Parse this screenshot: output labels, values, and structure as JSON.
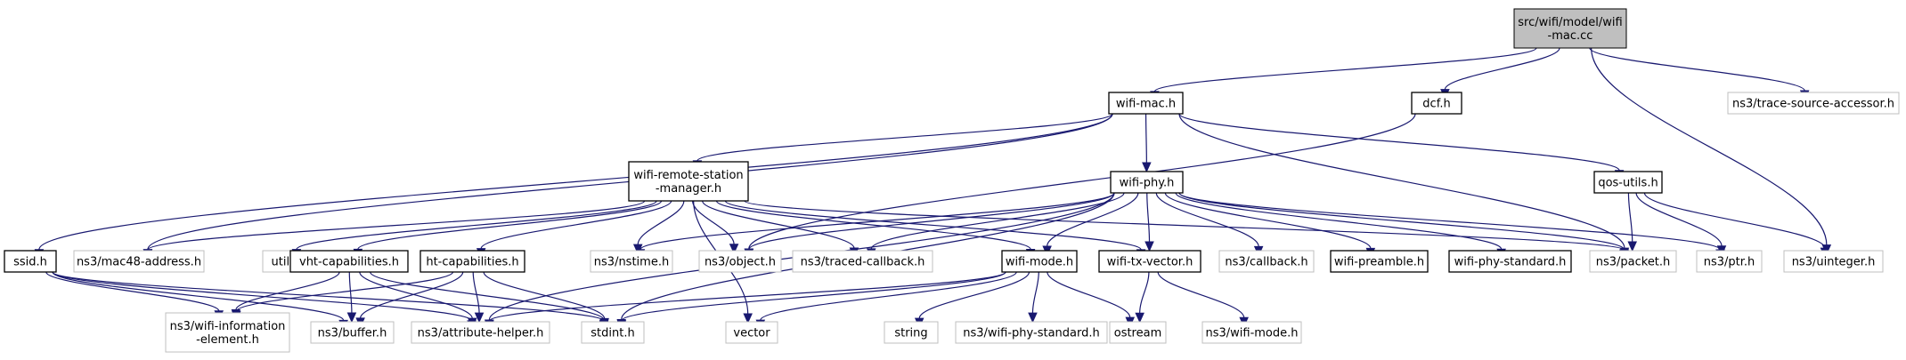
{
  "diagram": {
    "type": "include-dependency-graph",
    "nodes": [
      {
        "id": "root",
        "lines": [
          "src/wifi/model/wifi",
          "-mac.cc"
        ],
        "kind": "root"
      },
      {
        "id": "wifimac",
        "lines": [
          "wifi-mac.h"
        ],
        "kind": "local"
      },
      {
        "id": "dcf",
        "lines": [
          "dcf.h"
        ],
        "kind": "local"
      },
      {
        "id": "tsa",
        "lines": [
          "ns3/trace-source-accessor.h"
        ],
        "kind": "ext"
      },
      {
        "id": "wrsm",
        "lines": [
          "wifi-remote-station",
          "-manager.h"
        ],
        "kind": "local"
      },
      {
        "id": "wifiphy",
        "lines": [
          "wifi-phy.h"
        ],
        "kind": "local"
      },
      {
        "id": "qos",
        "lines": [
          "qos-utils.h"
        ],
        "kind": "local"
      },
      {
        "id": "ssid",
        "lines": [
          "ssid.h"
        ],
        "kind": "local"
      },
      {
        "id": "mac48",
        "lines": [
          "ns3/mac48-address.h"
        ],
        "kind": "ext"
      },
      {
        "id": "utility",
        "lines": [
          "utility"
        ],
        "kind": "ext"
      },
      {
        "id": "vht",
        "lines": [
          "vht-capabilities.h"
        ],
        "kind": "local"
      },
      {
        "id": "ht",
        "lines": [
          "ht-capabilities.h"
        ],
        "kind": "local"
      },
      {
        "id": "nstime",
        "lines": [
          "ns3/nstime.h"
        ],
        "kind": "ext"
      },
      {
        "id": "object",
        "lines": [
          "ns3/object.h"
        ],
        "kind": "ext"
      },
      {
        "id": "tracedcb",
        "lines": [
          "ns3/traced-callback.h"
        ],
        "kind": "ext"
      },
      {
        "id": "wifimode",
        "lines": [
          "wifi-mode.h"
        ],
        "kind": "local"
      },
      {
        "id": "wifitx",
        "lines": [
          "wifi-tx-vector.h"
        ],
        "kind": "local"
      },
      {
        "id": "callback",
        "lines": [
          "ns3/callback.h"
        ],
        "kind": "ext"
      },
      {
        "id": "preamble",
        "lines": [
          "wifi-preamble.h"
        ],
        "kind": "local"
      },
      {
        "id": "phystd",
        "lines": [
          "wifi-phy-standard.h"
        ],
        "kind": "local"
      },
      {
        "id": "packet",
        "lines": [
          "ns3/packet.h"
        ],
        "kind": "ext"
      },
      {
        "id": "ptr",
        "lines": [
          "ns3/ptr.h"
        ],
        "kind": "ext"
      },
      {
        "id": "uinteger",
        "lines": [
          "ns3/uinteger.h"
        ],
        "kind": "ext"
      },
      {
        "id": "wie",
        "lines": [
          "ns3/wifi-information",
          "-element.h"
        ],
        "kind": "ext"
      },
      {
        "id": "buffer",
        "lines": [
          "ns3/buffer.h"
        ],
        "kind": "ext"
      },
      {
        "id": "attr",
        "lines": [
          "ns3/attribute-helper.h"
        ],
        "kind": "ext"
      },
      {
        "id": "stdint",
        "lines": [
          "stdint.h"
        ],
        "kind": "ext"
      },
      {
        "id": "vector",
        "lines": [
          "vector"
        ],
        "kind": "ext"
      },
      {
        "id": "string",
        "lines": [
          "string"
        ],
        "kind": "ext"
      },
      {
        "id": "nsphystd",
        "lines": [
          "ns3/wifi-phy-standard.h"
        ],
        "kind": "ext"
      },
      {
        "id": "ostream",
        "lines": [
          "ostream"
        ],
        "kind": "ext"
      },
      {
        "id": "nswifimode",
        "lines": [
          "ns3/wifi-mode.h"
        ],
        "kind": "ext"
      }
    ],
    "edges": [
      [
        "root",
        "wifimac"
      ],
      [
        "root",
        "dcf"
      ],
      [
        "root",
        "tsa"
      ],
      [
        "root",
        "uinteger"
      ],
      [
        "wifimac",
        "wrsm"
      ],
      [
        "wifimac",
        "wifiphy"
      ],
      [
        "wifimac",
        "qos"
      ],
      [
        "wifimac",
        "ssid"
      ],
      [
        "wifimac",
        "mac48"
      ],
      [
        "wifimac",
        "packet"
      ],
      [
        "dcf",
        "object"
      ],
      [
        "qos",
        "packet"
      ],
      [
        "qos",
        "ptr"
      ],
      [
        "qos",
        "uinteger"
      ],
      [
        "wrsm",
        "mac48"
      ],
      [
        "wrsm",
        "utility"
      ],
      [
        "wrsm",
        "vht"
      ],
      [
        "wrsm",
        "ht"
      ],
      [
        "wrsm",
        "nstime"
      ],
      [
        "wrsm",
        "object"
      ],
      [
        "wrsm",
        "tracedcb"
      ],
      [
        "wrsm",
        "wifimode"
      ],
      [
        "wrsm",
        "wifitx"
      ],
      [
        "wrsm",
        "packet"
      ],
      [
        "wrsm",
        "vector"
      ],
      [
        "wifiphy",
        "nstime"
      ],
      [
        "wifiphy",
        "object"
      ],
      [
        "wifiphy",
        "tracedcb"
      ],
      [
        "wifiphy",
        "wifimode"
      ],
      [
        "wifiphy",
        "wifitx"
      ],
      [
        "wifiphy",
        "callback"
      ],
      [
        "wifiphy",
        "preamble"
      ],
      [
        "wifiphy",
        "phystd"
      ],
      [
        "wifiphy",
        "packet"
      ],
      [
        "wifiphy",
        "ptr"
      ],
      [
        "wifiphy",
        "attr"
      ],
      [
        "wifiphy",
        "stdint"
      ],
      [
        "ssid",
        "wie"
      ],
      [
        "ssid",
        "buffer"
      ],
      [
        "ssid",
        "attr"
      ],
      [
        "ssid",
        "stdint"
      ],
      [
        "vht",
        "wie"
      ],
      [
        "vht",
        "buffer"
      ],
      [
        "vht",
        "attr"
      ],
      [
        "vht",
        "stdint"
      ],
      [
        "ht",
        "wie"
      ],
      [
        "ht",
        "buffer"
      ],
      [
        "ht",
        "attr"
      ],
      [
        "ht",
        "stdint"
      ],
      [
        "wifimode",
        "attr"
      ],
      [
        "wifimode",
        "stdint"
      ],
      [
        "wifimode",
        "vector"
      ],
      [
        "wifimode",
        "string"
      ],
      [
        "wifimode",
        "nsphystd"
      ],
      [
        "wifimode",
        "ostream"
      ],
      [
        "wifitx",
        "ostream"
      ],
      [
        "wifitx",
        "nswifimode"
      ]
    ]
  }
}
